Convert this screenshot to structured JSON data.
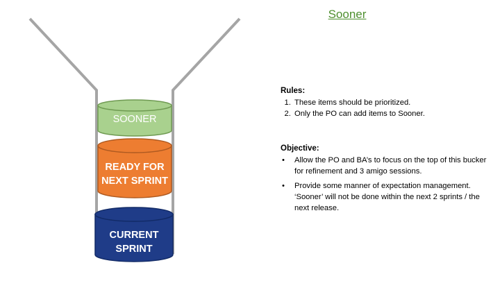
{
  "title": "Sooner",
  "diagram": {
    "buckets": [
      {
        "id": "sooner",
        "label_lines": [
          "SOONER"
        ],
        "fill": "#a9d18e",
        "stroke": "#6f9a52"
      },
      {
        "id": "ready",
        "label_lines": [
          "READY FOR",
          "NEXT SPRINT"
        ],
        "fill": "#ed7d31",
        "stroke": "#ae5a21"
      },
      {
        "id": "current",
        "label_lines": [
          "CURRENT",
          "SPRINT"
        ],
        "fill": "#1f3c88",
        "stroke": "#112a66"
      }
    ],
    "funnel_color": "#a5a5a5"
  },
  "rules": {
    "heading": "Rules:",
    "items": [
      "These items should be prioritized.",
      "Only the PO can add items to Sooner."
    ]
  },
  "objective": {
    "heading": "Objective:",
    "items": [
      "Allow the PO and BA’s to focus on the top of this bucker for refinement and 3 amigo sessions.",
      "Provide some manner of expectation management. ‘Sooner’ will not be done within the next 2 sprints / the next release."
    ]
  }
}
